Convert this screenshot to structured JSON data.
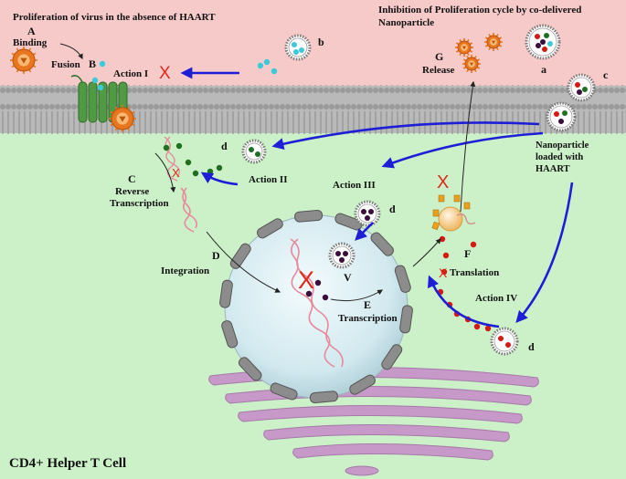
{
  "header": {
    "left_title": "Proliferation of virus in the absence of HAART",
    "right_title_line1": "Inhibition of Proliferation cycle by co-delivered",
    "right_title_line2": "Nanoparticle"
  },
  "cell_label": "CD4+ Helper T Cell",
  "steps": {
    "a_letter": "A",
    "a_label": "Binding",
    "fusion": "Fusion",
    "b_letter": "B",
    "c_letter": "C",
    "c_label1": "Reverse",
    "c_label2": "Transcription",
    "d_letter": "D",
    "d_label": "Integration",
    "e_letter": "E",
    "e_label": "Transcription",
    "f_letter": "F",
    "f_label": "Translation",
    "g_letter": "G",
    "g_label": "Release"
  },
  "actions": {
    "i": "Action I",
    "ii": "Action II",
    "iii": "Action III",
    "iv": "Action IV"
  },
  "nanoparticle_labels": {
    "a": "a",
    "b": "b",
    "c": "c",
    "d": "d",
    "v": "V"
  },
  "loaded_label": {
    "line1": "Nanoparticle",
    "line2": "loaded with",
    "line3": "HAART"
  },
  "x_mark": "X",
  "colors": {
    "extracellular": "#f7caca",
    "cytoplasm": "#ccf1c8",
    "membrane": "#9a9a9a",
    "arrow_blue": "#1d1ed6",
    "inhibit_red": "#dd2a1a",
    "virus_orange": "#e8761e",
    "nucleus": "#d5ebf0",
    "golgi": "#c699c9",
    "receptor": "#4f9a43",
    "drug_cyan": "#3cc9d9",
    "drug_green": "#1f6f22",
    "drug_red": "#d31a14",
    "drug_purple": "#3a0d3a"
  }
}
